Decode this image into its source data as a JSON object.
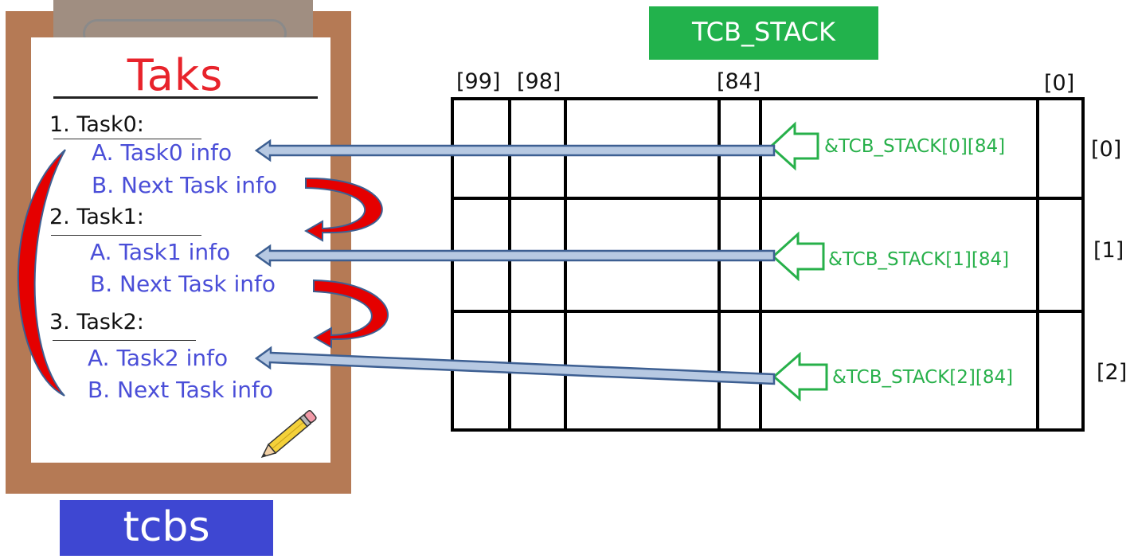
{
  "clipboard": {
    "title": "Taks",
    "tasks": [
      {
        "heading": "1. Task0:",
        "info_a": "A. Task0 info",
        "info_b": "B. Next Task info"
      },
      {
        "heading": "2. Task1:",
        "info_a": "A. Task1 info",
        "info_b": "B. Next Task info"
      },
      {
        "heading": "3. Task2:",
        "info_a": "A. Task2 info",
        "info_b": "B. Next Task info"
      }
    ],
    "label": "tcbs",
    "icon": "pencil-icon"
  },
  "stack": {
    "title": "TCB_STACK",
    "column_labels": [
      "[99]",
      "[98]",
      "[84]",
      "[0]"
    ],
    "row_labels": [
      "[0]",
      "[1]",
      "[2]"
    ],
    "pointers": [
      "&TCB_STACK[0][84]",
      "&TCB_STACK[1][84]",
      "&TCB_STACK[2][84]"
    ]
  },
  "colors": {
    "title_red": "#e8232b",
    "info_blue": "#4a4ed8",
    "pointer_green": "#27b04a",
    "stack_title_bg": "#22b24c",
    "tcbs_bg": "#3e47d2",
    "board_brown": "#b57a55",
    "link_arrow_fill": "#b7c9e2",
    "link_arrow_stroke": "#3d5f92",
    "next_arrow_red": "#e50000"
  }
}
